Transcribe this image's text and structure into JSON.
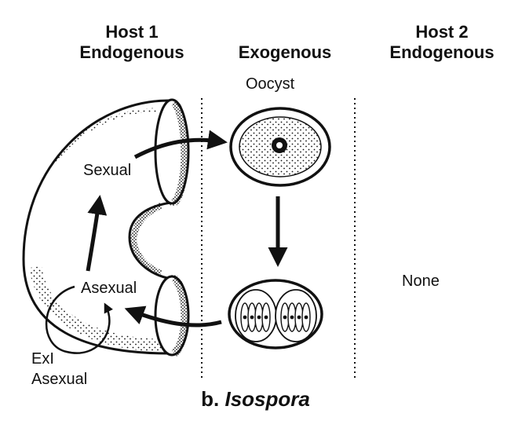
{
  "headers": {
    "host1_line1": "Host 1",
    "host1_line2": "Endogenous",
    "exogenous": "Exogenous",
    "host2_line1": "Host 2",
    "host2_line2": "Endogenous"
  },
  "labels": {
    "oocyst": "Oocyst",
    "sexual": "Sexual",
    "asexual": "Asexual",
    "exi_line1": "ExI",
    "exi_line2": "Asexual",
    "none": "None"
  },
  "caption": {
    "prefix": "b.",
    "genus": "Isospora"
  },
  "colors": {
    "ink": "#111111",
    "background": "#ffffff"
  }
}
